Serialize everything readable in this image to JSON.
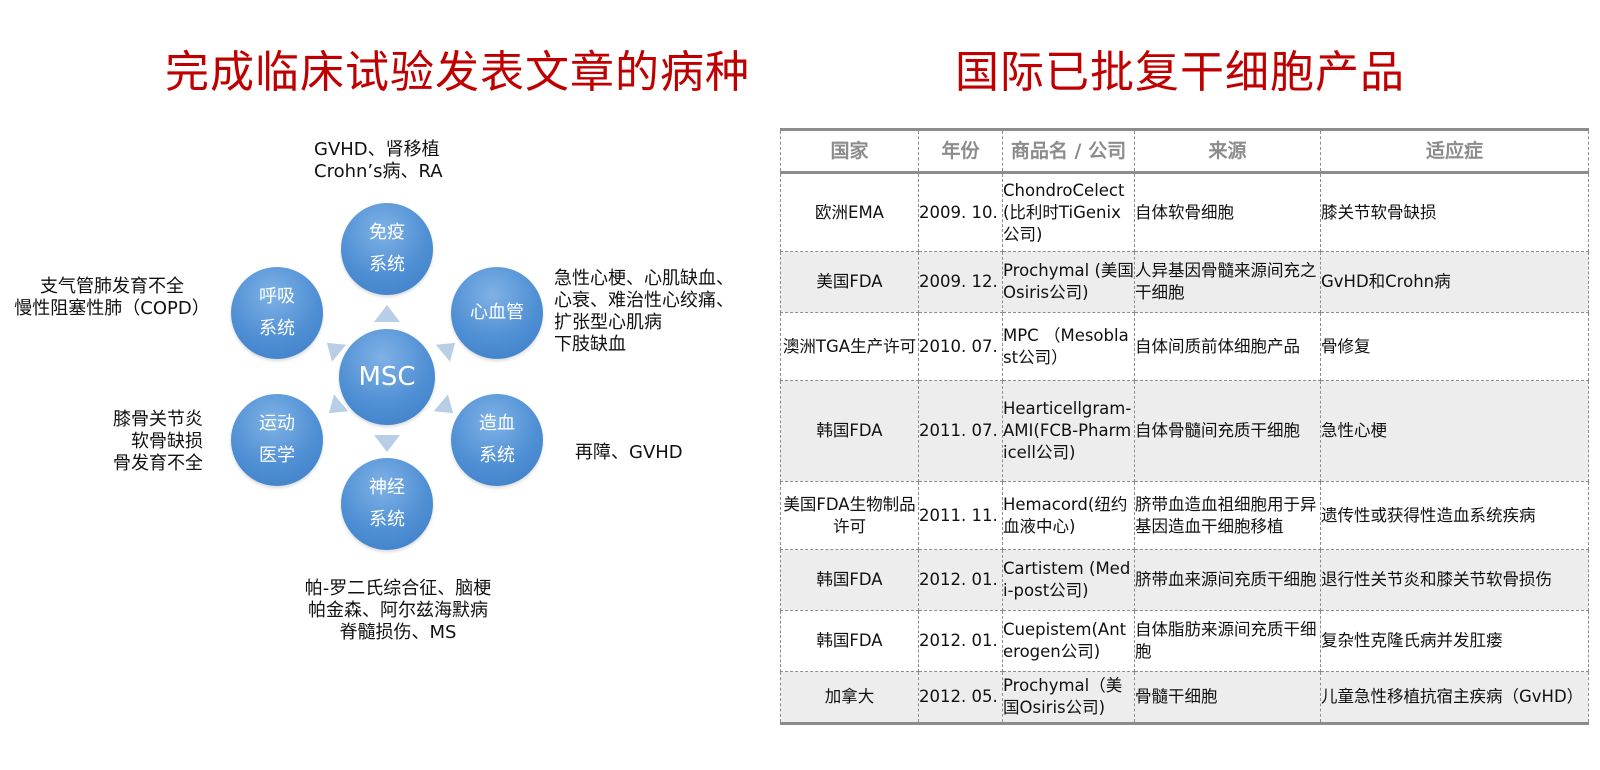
{
  "left_title": "完成临床试验发表文章的病种",
  "right_title": "国际已批复干细胞产品",
  "diagram": {
    "center": "MSC",
    "nodes": {
      "immune": [
        "免疫",
        "系统"
      ],
      "cardio": [
        "心血管"
      ],
      "hemato": [
        "造血",
        "系统"
      ],
      "neuro": [
        "神经",
        "系统"
      ],
      "motor": [
        "运动",
        "医学"
      ],
      "resp": [
        "呼吸",
        "系统"
      ]
    },
    "annotations": {
      "immune": [
        "GVHD、肾移植",
        "Crohn’s病、RA"
      ],
      "cardio": [
        "急性心梗、心肌缺血、",
        "心衰、难治性心绞痛、",
        "扩张型心肌病",
        "下肢缺血"
      ],
      "hemato": [
        "再障、GVHD"
      ],
      "neuro": [
        "帕-罗二氏综合征、脑梗",
        "帕金森、阿尔兹海默病",
        "脊髓损伤、MS"
      ],
      "motor": [
        "膝骨关节炎",
        "软骨缺损",
        "骨发育不全"
      ],
      "resp": [
        "支气管肺发育不全",
        "慢性阻塞性肺（COPD）"
      ]
    },
    "colors": {
      "node": "#4f8fd4",
      "arrow": "#b8cde6"
    }
  },
  "table": {
    "headers": [
      "国家",
      "年份",
      "商品名 / 公司",
      "来源",
      "适应症"
    ],
    "rows": [
      [
        "欧洲EMA",
        "2009. 10.",
        "ChondroCelect (比利时TiGenix公司)",
        "自体软骨细胞",
        "膝关节软骨缺损"
      ],
      [
        "美国FDA",
        "2009. 12.",
        "Prochymal (美国Osiris公司)",
        "人异基因骨髓来源间充之干细胞",
        "GvHD和Crohn病"
      ],
      [
        "澳洲TGA生产许可",
        "2010. 07.",
        "MPC （Mesoblast公司）",
        "自体间质前体细胞产品",
        "骨修复"
      ],
      [
        "韩国FDA",
        "2011. 07.",
        "Hearticellgram-AMI(FCB-Pharmicell公司)",
        "自体骨髓间充质干细胞",
        "急性心梗"
      ],
      [
        "美国FDA生物制品许可",
        "2011. 11.",
        "Hemacord(纽约血液中心)",
        "脐带血造血祖细胞用于异基因造血干细胞移植",
        "遗传性或获得性造血系统疾病"
      ],
      [
        "韩国FDA",
        "2012. 01.",
        "Cartistem (Medi-post公司)",
        "脐带血来源间充质干细胞",
        "退行性关节炎和膝关节软骨损伤"
      ],
      [
        "韩国FDA",
        "2012. 01.",
        "Cuepistem(Anterogen公司)",
        "自体脂肪来源间充质干细胞",
        "复杂性克隆氏病并发肛瘘"
      ],
      [
        "加拿大",
        "2012. 05.",
        "Prochymal（美国Osiris公司)",
        "骨髓干细胞",
        "儿童急性移植抗宿主疾病（GvHD）"
      ]
    ],
    "colors": {
      "border": "#8c8c8c",
      "shade": "#ededed",
      "header_text": "#8c8c8c"
    }
  }
}
